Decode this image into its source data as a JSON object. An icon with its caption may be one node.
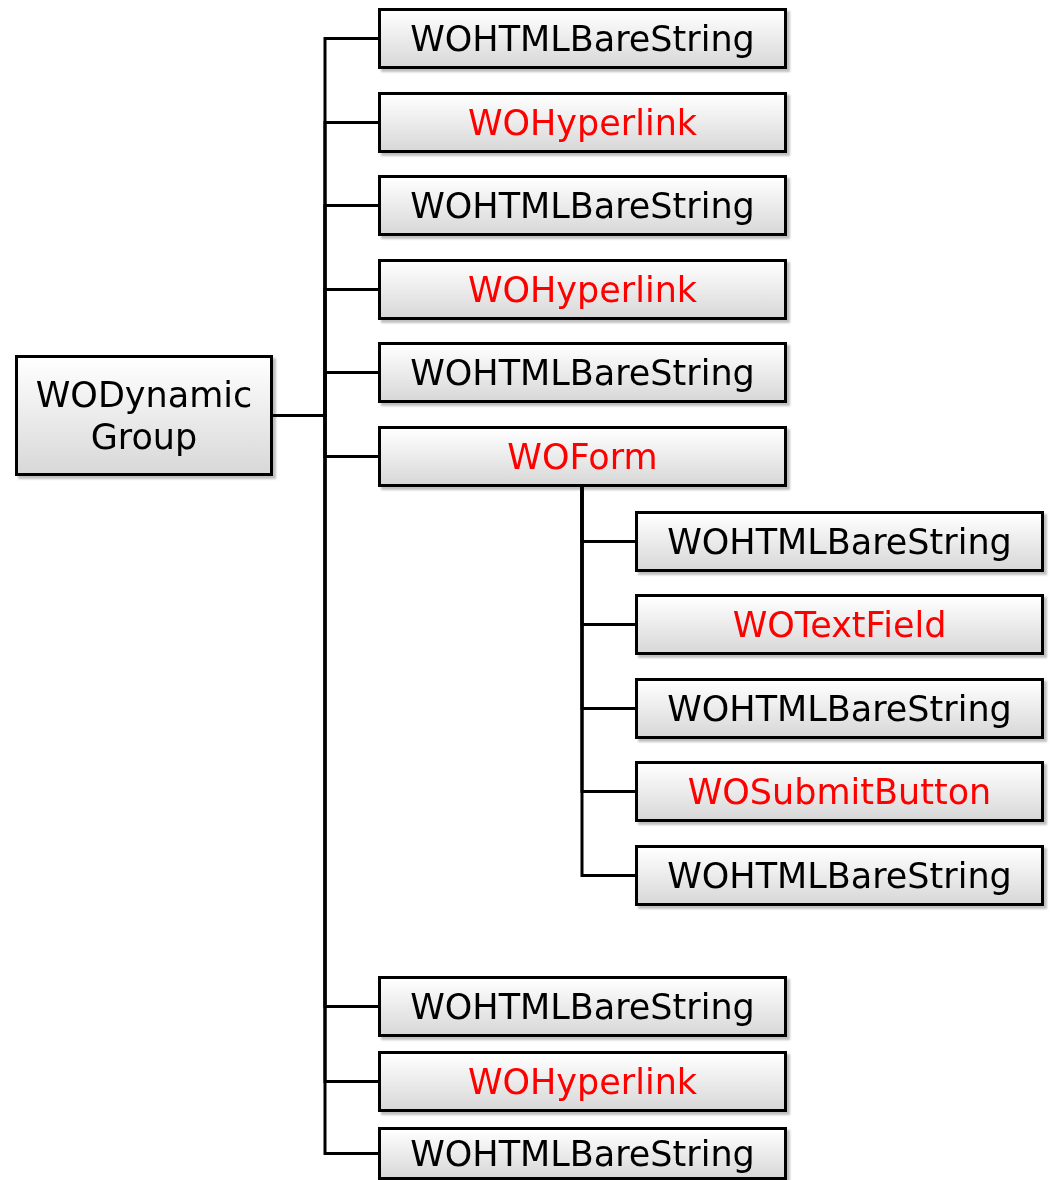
{
  "diagram": {
    "nodes": [
      {
        "text": [
          "WODynamic Group"
        ]
      },
      {
        "text": [
          "WOHTMLBareString"
        ]
      },
      {
        "text": [
          "WOHyperlink"
        ]
      },
      {
        "text": [
          "WOHTMLBareString"
        ]
      },
      {
        "text": [
          "WOHyperlink"
        ]
      },
      {
        "text": [
          "WOHTMLBareString"
        ]
      },
      {
        "text": [
          "WOForm"
        ]
      },
      {
        "text": [
          "WOHTMLBareString"
        ]
      },
      {
        "text": [
          "WOTextField"
        ]
      },
      {
        "text": [
          "WOHTMLBareString"
        ]
      },
      {
        "text": [
          "WOSubmitButton"
        ]
      },
      {
        "text": [
          "WOHTMLBareString"
        ]
      },
      {
        "text": [
          "WOHTMLBareString"
        ]
      },
      {
        "text": [
          "WOHyperlink"
        ]
      },
      {
        "text": [
          "WOHTMLBareString"
        ]
      }
    ],
    "edges": [
      {
        "from": 0,
        "to": 1,
        "arrow": "none"
      },
      {
        "from": 0,
        "to": 2,
        "arrow": "none"
      },
      {
        "from": 0,
        "to": 3,
        "arrow": "none"
      },
      {
        "from": 0,
        "to": 4,
        "arrow": "none"
      },
      {
        "from": 0,
        "to": 5,
        "arrow": "none"
      },
      {
        "from": 0,
        "to": 6,
        "arrow": "none"
      },
      {
        "from": 6,
        "to": 7,
        "arrow": "none"
      },
      {
        "from": 6,
        "to": 8,
        "arrow": "none"
      },
      {
        "from": 6,
        "to": 9,
        "arrow": "none"
      },
      {
        "from": 6,
        "to": 10,
        "arrow": "none"
      },
      {
        "from": 6,
        "to": 11,
        "arrow": "none"
      },
      {
        "from": 0,
        "to": 12,
        "arrow": "none"
      },
      {
        "from": 0,
        "to": 13,
        "arrow": "none"
      },
      {
        "from": 0,
        "to": 14,
        "arrow": "none"
      }
    ]
  }
}
